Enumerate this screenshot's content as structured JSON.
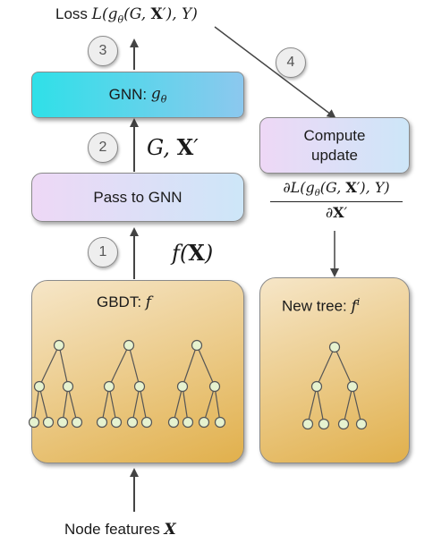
{
  "loss_label": {
    "prefix": "Loss",
    "math": "L(g",
    "theta": "θ",
    "rest": "(G, ",
    "X": "X",
    "prime": "′",
    "end": "), Y)"
  },
  "steps": [
    "3",
    "2",
    "1",
    "4"
  ],
  "gnn_box": {
    "text": "GNN: ",
    "g": "g",
    "theta": "θ"
  },
  "pass_box": {
    "text": "Pass to GNN"
  },
  "graph_input": {
    "G": "G, ",
    "X": "X",
    "prime": "′"
  },
  "fx_label": {
    "f": "f(",
    "X": "X",
    "close": ")"
  },
  "gbdt_box": {
    "text": "GBDT: ",
    "f": "f"
  },
  "compute_box": {
    "line1": "Compute",
    "line2": "update"
  },
  "gradient": {
    "num_a": "∂L(g",
    "theta": "θ",
    "num_b": "(G, ",
    "X": "X",
    "num_c": "′), Y)",
    "den_a": "∂",
    "den_X": "X",
    "den_prime": "′"
  },
  "new_tree_box": {
    "text": "New tree: ",
    "f": "f",
    "sup": "i"
  },
  "node_features": {
    "text": "Node features ",
    "X": "X"
  },
  "colors": {
    "gnn_gradient_left": "#2fe0e8",
    "gnn_gradient_right": "#8cc8ee",
    "pass_gradient_left": "#eed8f6",
    "pass_gradient_right": "#cde6f8",
    "tree_gradient_top": "#f6e6c8",
    "tree_gradient_bottom": "#e1b04c",
    "tree_node": "#e6f2cf",
    "arrow": "#444444"
  }
}
